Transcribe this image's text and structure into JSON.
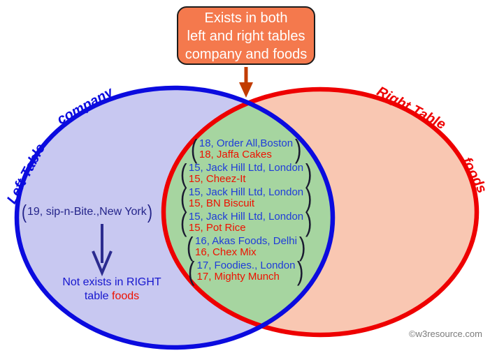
{
  "callout": {
    "line1": "Exists in both",
    "line2": "left and right tables",
    "line3": "company and foods"
  },
  "labels": {
    "left_table": "Left Table",
    "left_field": "company",
    "right_table": "Right Table",
    "right_field": "foods"
  },
  "syntax": {
    "paren_open": "(",
    "paren_close": ")"
  },
  "intersection_pairs": [
    {
      "company": "18, Order All,Boston",
      "food": "18, Jaffa Cakes"
    },
    {
      "company": "15, Jack Hill Ltd, London",
      "food": "15, Cheez-It"
    },
    {
      "company": "15, Jack Hill Ltd, London",
      "food": "15, BN Biscuit"
    },
    {
      "company": "15, Jack Hill Ltd, London",
      "food": "15, Pot Rice"
    },
    {
      "company": "16, Akas Foods, Delhi",
      "food": "16, Chex Mix"
    },
    {
      "company": "17, Foodies., London",
      "food": "17, Mighty Munch"
    }
  ],
  "left_only": {
    "record": "19, sip-n-Bite.,New York",
    "note_line1": "Not exists in RIGHT",
    "note_line2_prefix": "table ",
    "note_line2_highlight": "foods"
  },
  "footer": {
    "copyright": "©w3resource.com"
  },
  "colors": {
    "left_fill": "#c8c8f1",
    "right_fill": "#f9c7b2",
    "intersection_fill": "#a6d5a0",
    "left_stroke": "#0b0bdf",
    "right_stroke": "#ee0000",
    "callout_bg": "#f4794d",
    "callout_arrow": "#c23c00",
    "navy_arrow": "#2b2b8f",
    "record_blue": "#1f3cd9",
    "record_red": "#ee1100"
  }
}
